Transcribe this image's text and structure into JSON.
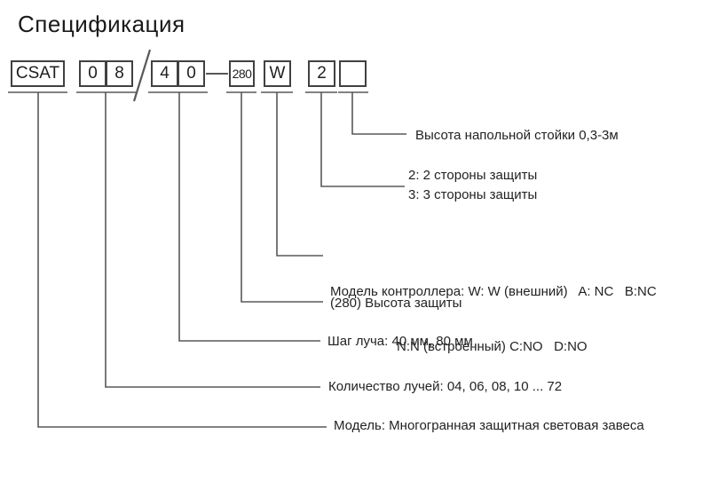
{
  "title": "Спецификация",
  "code": {
    "boxes": [
      {
        "id": "model-prefix",
        "label": "CSAT"
      },
      {
        "id": "beam-count-digit-1",
        "label": "0"
      },
      {
        "id": "beam-count-digit-2",
        "label": "8"
      },
      {
        "id": "beam-step-digit-1",
        "label": "4"
      },
      {
        "id": "beam-step-digit-2",
        "label": "0"
      },
      {
        "id": "protection-height",
        "label": "280"
      },
      {
        "id": "controller-model",
        "label": "W"
      },
      {
        "id": "protection-sides",
        "label": "2"
      },
      {
        "id": "stand-height",
        "label": ""
      }
    ],
    "separators": {
      "slash": "/",
      "dash": "—"
    }
  },
  "labels": {
    "stand_height": "Высота напольной стойки 0,3-3м",
    "sides_option_2": "2: 2 стороны защиты",
    "sides_option_3": "3: 3 стороны защиты",
    "controller_line1": "Модель контроллера: W: W (внешний)   A: NC   B:NC",
    "controller_line2": "N:N (встроенный) C:NO   D:NO",
    "protection_height": "(280) Высота защиты",
    "beam_step": "Шаг луча: 40 мм, 80 мм",
    "beam_count": "Количество лучей: 04, 06, 08, 10 ... 72",
    "model": "Модель: Многогранная защитная световая завеса"
  },
  "colors": {
    "line": "#58585a",
    "box_border": "#414042",
    "text": "#222222",
    "title_text": "#1a1a1a"
  }
}
